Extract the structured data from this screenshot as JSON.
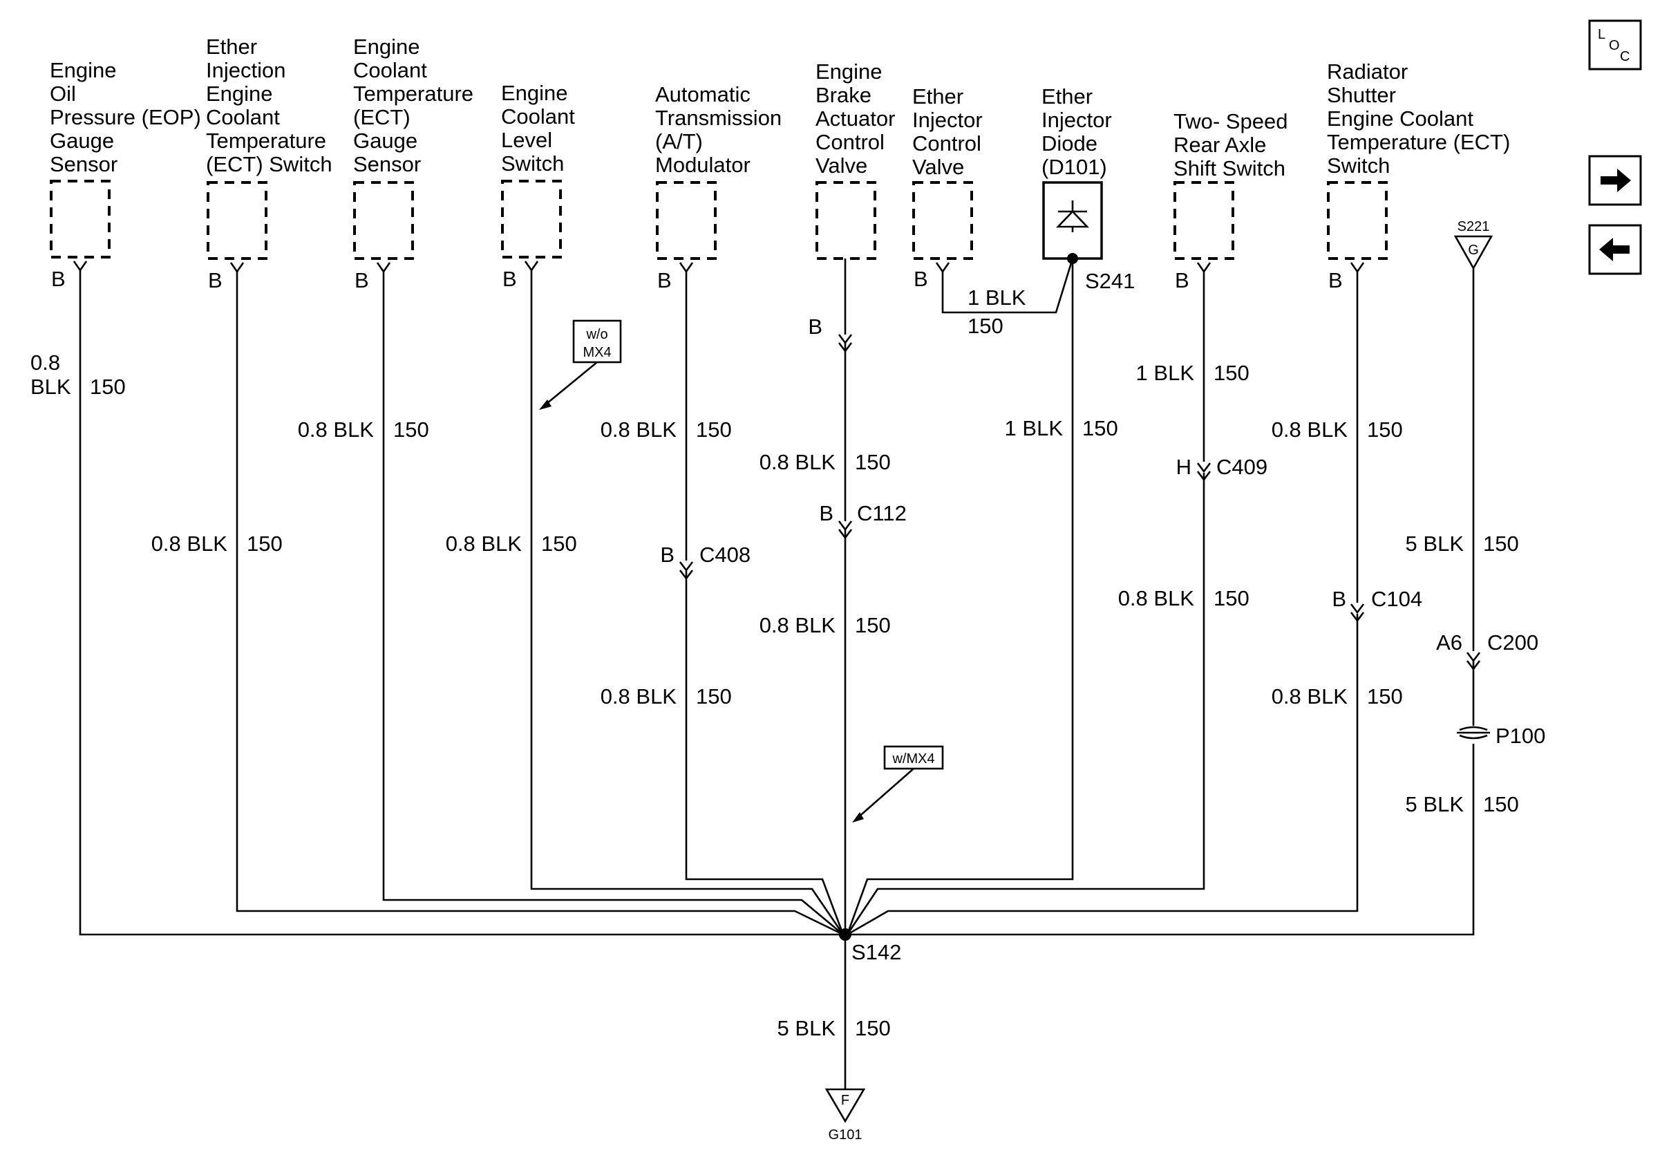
{
  "components": {
    "eop": [
      "Engine",
      "Oil",
      "Pressure (EOP)",
      "Gauge",
      "Sensor"
    ],
    "ether_ect_switch": [
      "Ether",
      "Injection",
      "Engine",
      "Coolant",
      "Temperature",
      "(ECT) Switch"
    ],
    "ect_gauge": [
      "Engine",
      "Coolant",
      "Temperature",
      "(ECT)",
      "Gauge",
      "Sensor"
    ],
    "coolant_level": [
      "Engine",
      "Coolant",
      "Level",
      "Switch"
    ],
    "at_modulator": [
      "Automatic",
      "Transmission",
      "(A/T)",
      "Modulator"
    ],
    "brake_valve": [
      "Engine",
      "Brake",
      "Actuator",
      "Control",
      "Valve"
    ],
    "ether_valve": [
      "Ether",
      "Injector",
      "Control",
      "Valve"
    ],
    "ether_diode": [
      "Ether",
      "Injector",
      "Diode",
      "(D101)"
    ],
    "rear_axle": [
      "Two- Speed",
      "Rear Axle",
      "Shift Switch"
    ],
    "radiator_shutter": [
      "Radiator",
      "Shutter",
      "Engine Coolant",
      "Temperature (ECT)",
      "Switch"
    ]
  },
  "pins": {
    "b": "B",
    "h": "H",
    "a6": "A6"
  },
  "wires": {
    "w08blk": "0.8 BLK",
    "w08": "0.8",
    "blk": "BLK",
    "w1blk": "1 BLK",
    "w5blk": "5 BLK",
    "circuit": "150"
  },
  "connectors": {
    "c112": "C112",
    "c408": "C408",
    "c409": "C409",
    "c104": "C104",
    "c200": "C200",
    "p100": "P100"
  },
  "splices": {
    "s142": "S142",
    "s241": "S241"
  },
  "grounds": {
    "g101": "G101",
    "g101_letter": "F",
    "s221": "S221",
    "s221_letter": "G"
  },
  "options": {
    "wo": "w/o",
    "mx4": "MX4",
    "wmx4": "w/MX4"
  },
  "nav": {
    "loc_l": "L",
    "loc_o": "O",
    "loc_c": "C"
  },
  "colors": {
    "ink": "#000000",
    "paper": "#ffffff"
  }
}
